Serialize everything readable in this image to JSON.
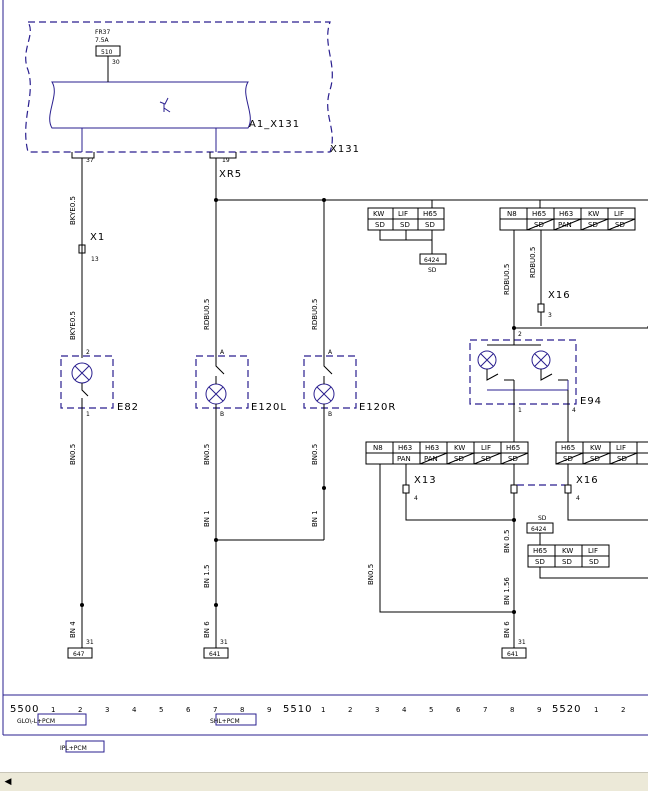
{
  "fuse": {
    "name": "FR37",
    "rating": "7.5A",
    "box": "510",
    "pin": "30"
  },
  "module": {
    "name": "A1_X131",
    "connector": "X131",
    "pin_left": "37",
    "pin_right": "19",
    "splice": "XR5"
  },
  "wires": {
    "bkye": "BKYE0.5",
    "bkye2": "BKYE0.5",
    "rdbu_a": "RDBU0.5",
    "rdbu_b": "RDBU0.5",
    "rdbu_c": "RDBU0.5",
    "rdbu_d": "RDBU0.5",
    "bn_a": "BN0.5",
    "bn_b": "BN0.5",
    "bn_c": "BN0.5",
    "bn1_a": "BN 1",
    "bn1_b": "BN 1",
    "bn15": "BN 1.5",
    "bn4": "BN 4",
    "bn6_a": "BN 6",
    "bn05_a": "BN 0.5",
    "bn05_b": "BN0.5",
    "bn156": "BN 1.56",
    "bn6_b": "BN 6"
  },
  "connectors": {
    "x1": "X1",
    "x1_pin": "13",
    "x16a": "X16",
    "x16a_pin": "3",
    "x13": "X13",
    "x13_pin": "4",
    "x16b": "X16",
    "x16b_pin": "4"
  },
  "lamps": {
    "e82": "E82",
    "e82_top": "2",
    "e82_bot": "1",
    "e120l": "E120L",
    "e120l_top": "A",
    "e120l_bot": "B",
    "e120r": "E120R",
    "e120r_top": "A",
    "e120r_bot": "B",
    "e94": "E94",
    "e94_top": "2",
    "e94_bot": "1",
    "e94_right": "4"
  },
  "tables": {
    "t1": {
      "top": [
        "KW",
        "LIF",
        "H65"
      ],
      "bot": [
        "SD",
        "SD",
        "SD"
      ],
      "ref": "6424",
      "refsub": "SD"
    },
    "t2": {
      "top": [
        "N8",
        "H65",
        "H63",
        "KW",
        "LIF"
      ],
      "bot": [
        "",
        "SD",
        "PAN",
        "SD",
        "SD"
      ]
    },
    "t3": {
      "top": [
        "N8",
        "H63",
        "H63",
        "KW",
        "LIF",
        "H65"
      ],
      "bot": [
        "",
        "PAN",
        "PAN",
        "SD",
        "SD",
        "SD"
      ]
    },
    "t4": {
      "top": [
        "H65",
        "KW",
        "LIF"
      ],
      "bot": [
        "SD",
        "SD",
        "SD"
      ]
    },
    "t5": {
      "top": [
        "H65",
        "KW",
        "LIF"
      ],
      "bot": [
        "SD",
        "SD",
        "SD"
      ],
      "ref": "6424",
      "refsub": "SD"
    }
  },
  "grounds": {
    "g1": "647",
    "g1_pin": "31",
    "g2": "641",
    "g2_pin": "31",
    "g3": "641",
    "g3_pin": "31"
  },
  "ruler": {
    "s1": "5500",
    "s2": "5510",
    "s3": "5520",
    "ticks_a": [
      "1",
      "2",
      "3",
      "4",
      "5",
      "6",
      "7",
      "8",
      "9"
    ],
    "ticks_b": [
      "1",
      "2",
      "3",
      "4",
      "5",
      "6",
      "7",
      "8",
      "9"
    ],
    "ticks_c": [
      "1",
      "2"
    ]
  },
  "labels": {
    "glo": "GLO\\-L+PCM",
    "shl": "SHL+PCM",
    "ipl": "IPL+PCM"
  }
}
